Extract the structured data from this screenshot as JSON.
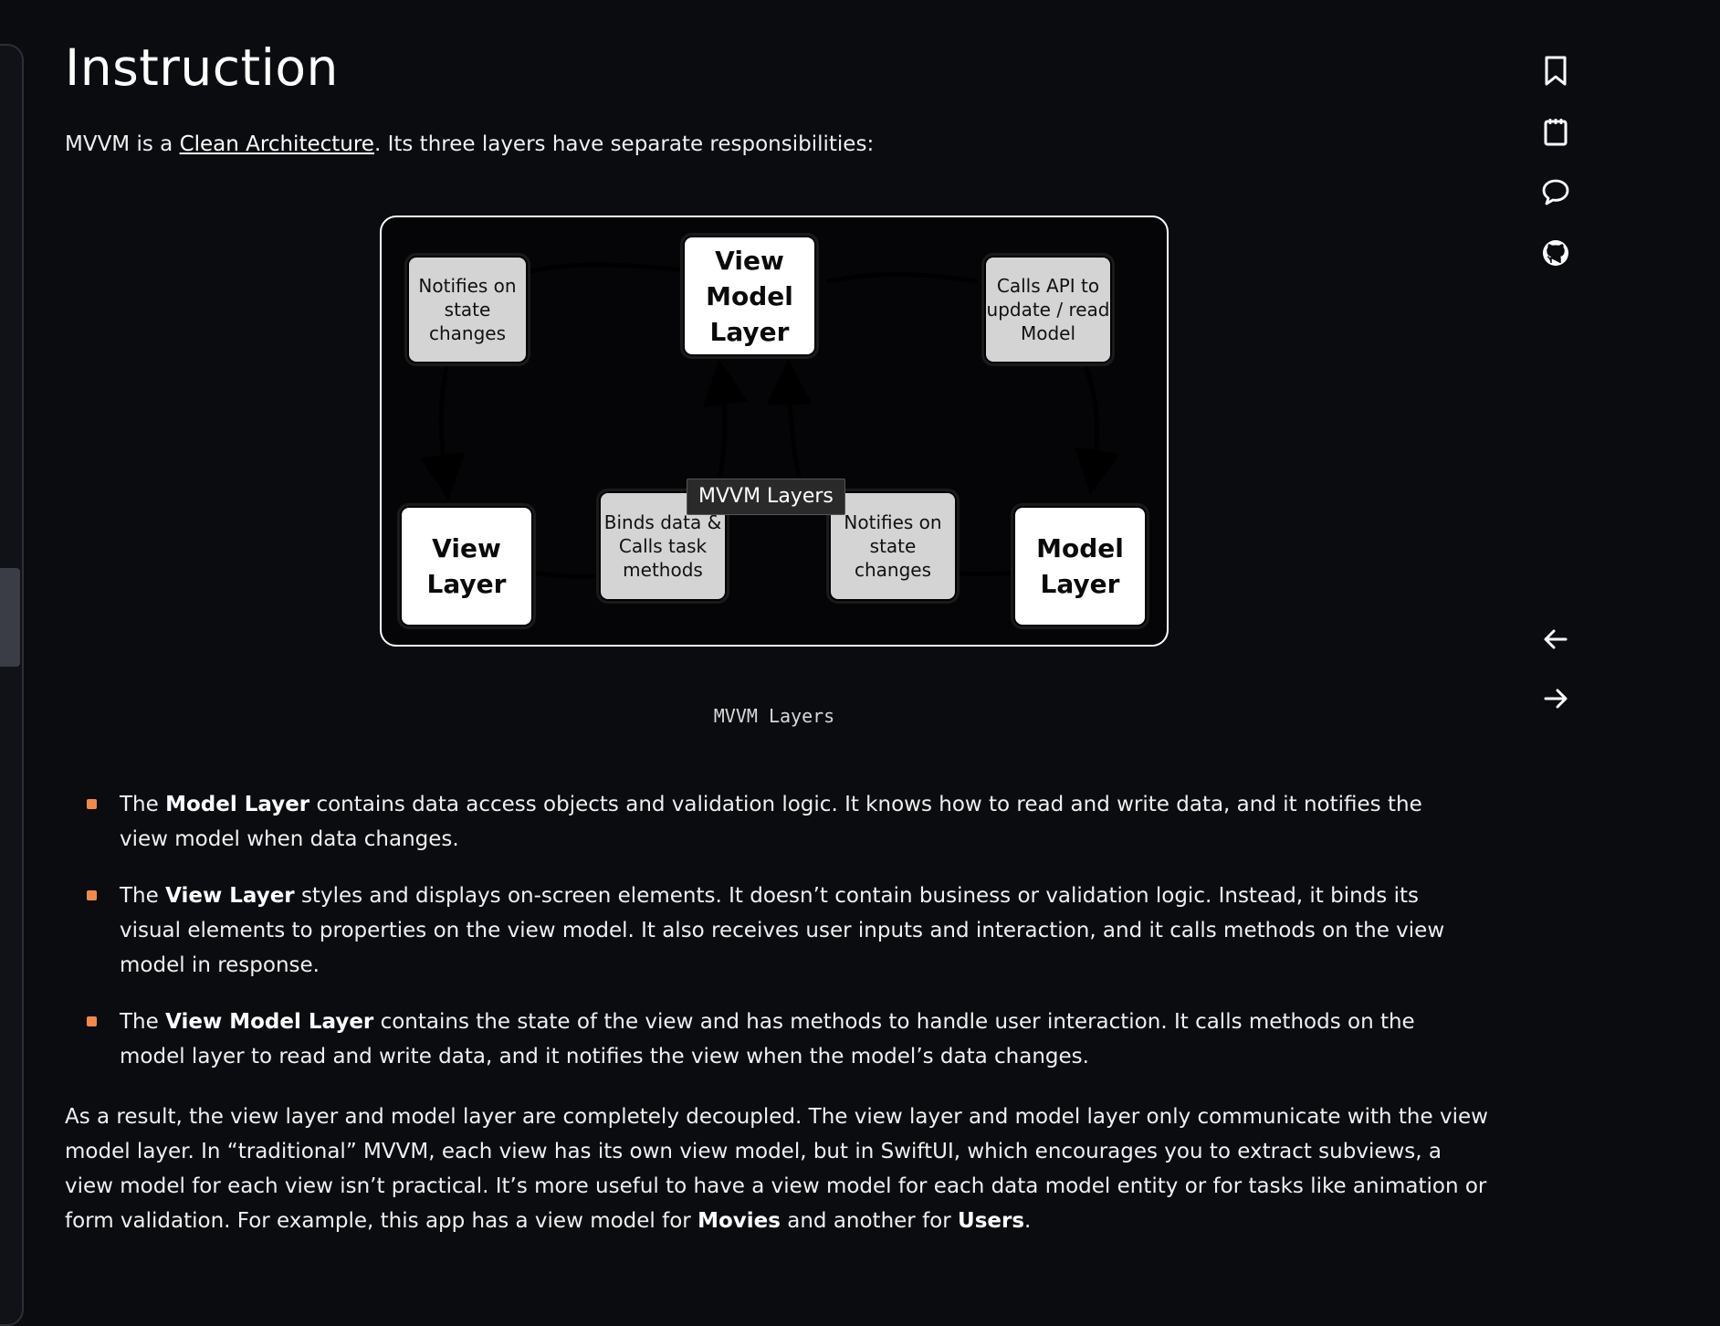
{
  "page": {
    "title": "Instruction",
    "intro": {
      "before": "MVVM is a ",
      "link": "Clean Architecture",
      "after": ". Its three layers have separate responsibilities:"
    }
  },
  "diagram": {
    "boxes": {
      "view_model_layer": "View\nModel\nLayer",
      "view_layer": "View\nLayer",
      "model_layer": "Model\nLayer",
      "note_top_left": "Notifies on\nstate\nchanges",
      "note_top_right": "Calls API to\nupdate / read\nModel",
      "note_bottom_left": "Binds data &\nCalls task\nmethods",
      "note_bottom_right": "Notifies on\nstate\nchanges"
    },
    "tooltip": "MVVM Layers",
    "caption": "MVVM Layers"
  },
  "bullets": [
    {
      "prefix": "The ",
      "bold": "Model Layer",
      "text": " contains data access objects and validation logic. It knows how to read and write data, and it notifies the view model when data changes."
    },
    {
      "prefix": "The ",
      "bold": "View Layer",
      "text": " styles and displays on-screen elements. It doesn’t contain business or validation logic. Instead, it binds its visual elements to properties on the view model. It also receives user inputs and interaction, and it calls methods on the view model in response."
    },
    {
      "prefix": "The ",
      "bold": "View Model Layer",
      "text": " contains the state of the view and has methods to handle user interaction. It calls methods on the model layer to read and write data, and it notifies the view when the model’s data changes."
    }
  ],
  "outro": {
    "text": "As a result, the view layer and model layer are completely decoupled. The view layer and model layer only communicate with the view model layer.   In “traditional” MVVM, each view has its own view model, but in SwiftUI, which encourages you to extract subviews, a view model for each view isn’t practical. It’s more useful to have a view model for each data model entity or for tasks like animation or form validation. For example, this app has a view model for ",
    "bold1": "Movies",
    "mid": " and another for ",
    "bold2": "Users",
    "end": "."
  },
  "sidebar_icons": [
    "bookmark-icon",
    "notepad-icon",
    "comment-icon",
    "github-icon",
    "arrow-left-icon",
    "arrow-right-icon"
  ],
  "colors": {
    "background": "#0b0c10",
    "bullet_accent": "#f08a4b",
    "text": "#f0f0f0"
  }
}
